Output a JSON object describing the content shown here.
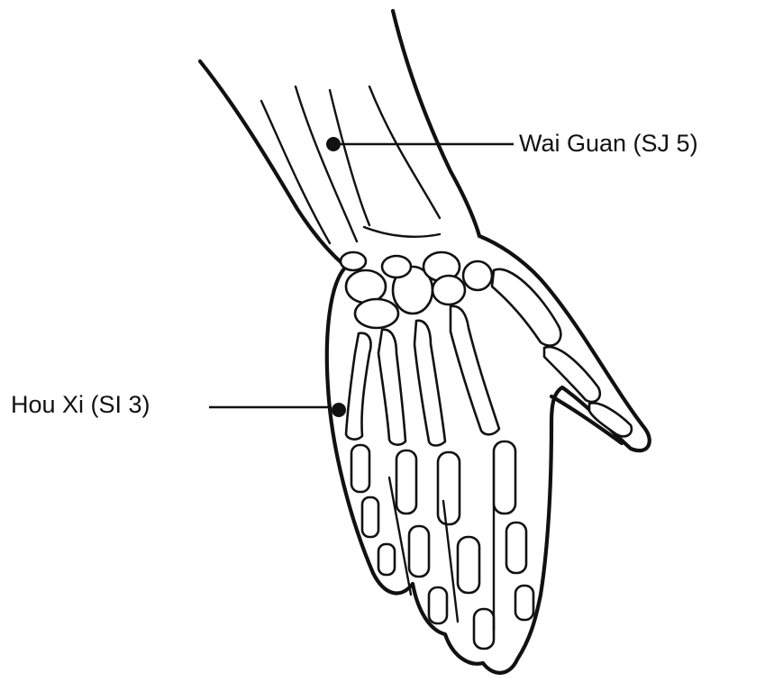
{
  "points": [
    {
      "name": "Wai Guan",
      "code": "SJ 5",
      "label": "Wai Guan (SJ 5)"
    },
    {
      "name": "Hou Xi",
      "code": "SI 3",
      "label": "Hou Xi (SI 3)"
    }
  ]
}
